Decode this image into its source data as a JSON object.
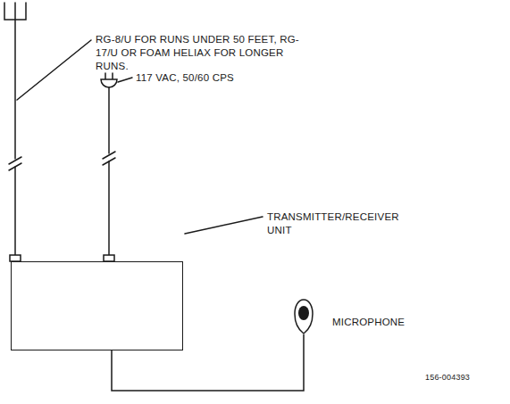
{
  "diagram": {
    "nodes": [
      {
        "text": [
          "TRANSMITTER/RECEIVER UNIT"
        ]
      },
      {
        "text": [
          "MICROPHONE"
        ]
      }
    ],
    "edges": [
      {
        "from": 0,
        "to": 1,
        "arrow": "none"
      }
    ],
    "labels": [
      "RG-8/U FOR RUNS UNDER 50 FEET, RG-17/U OR FOAM HELIAX FOR LONGER RUNS.",
      "117 VAC, 50/60 CPS",
      "156-004393"
    ]
  }
}
